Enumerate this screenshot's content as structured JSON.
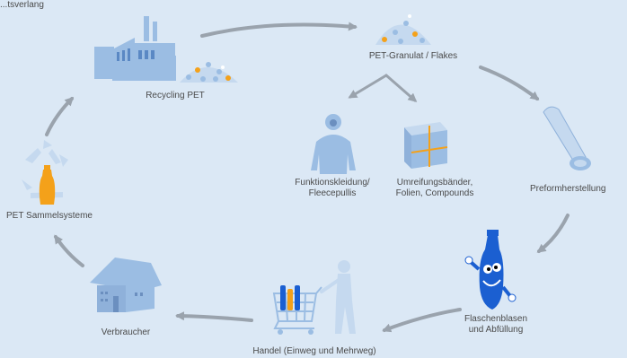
{
  "top_title": "...tsverlang",
  "labels": {
    "recycling_pet": "Recycling PET",
    "pet_granulat": "PET-Granulat / Flakes",
    "funktionskleidung": [
      "Funktionskleidung/",
      "Fleecepullis"
    ],
    "umreifungsbaender": [
      "Umreifungsbänder,",
      "Folien, Compounds"
    ],
    "preformherstellung": "Preformherstellung",
    "flaschenblasen": [
      "Flaschenblasen",
      "und Abfüllung"
    ],
    "handel": "Handel (Einweg und Mehrweg)",
    "verbraucher": "Verbraucher",
    "sammelsysteme": "PET Sammelsysteme"
  },
  "colors": {
    "background": "#dbe8f5",
    "icon": "#9bbde3",
    "icon_light": "#c5d9ef",
    "arrow": "#9aa3ad",
    "accent_orange": "#f4a11a",
    "bottle_blue": "#1b5fd1",
    "text": "#4a4a4a"
  },
  "icons": [
    "factory-icon",
    "granulate-pile-icon",
    "hoodie-icon",
    "package-box-icon",
    "preform-icon",
    "bottle-mascot-icon",
    "shopping-cart-person-icon",
    "house-icon",
    "recycle-bottle-icon"
  ]
}
